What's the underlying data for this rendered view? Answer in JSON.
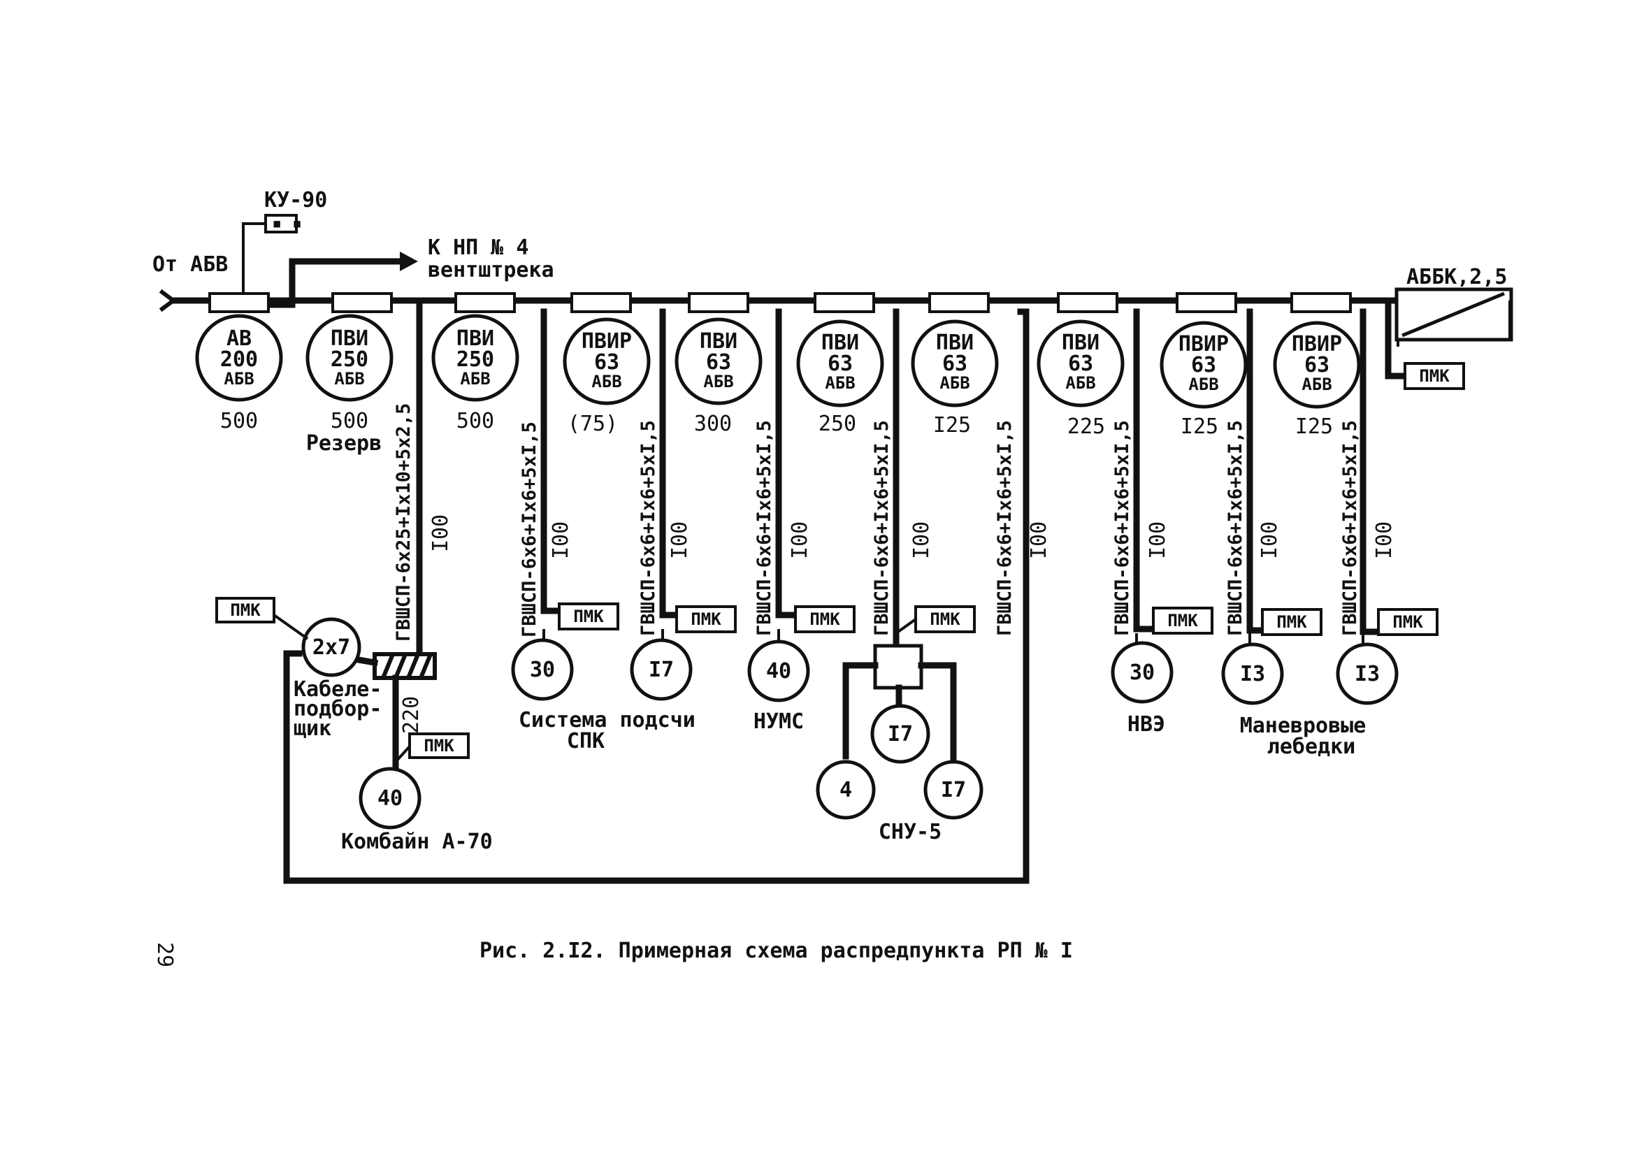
{
  "labels": {
    "source": "От АБВ",
    "ku90": "КУ-90",
    "arrow_line1": "К НП № 4",
    "arrow_line2": "вентштрека",
    "abbk": "АББК,2,5",
    "pmk_abbk": "ПМК"
  },
  "breakers": [
    {
      "type": "АВ",
      "rating": "200",
      "kind": "АБВ",
      "current": "500",
      "note": ""
    },
    {
      "type": "ПВИ",
      "rating": "250",
      "kind": "АБВ",
      "current": "500",
      "note": "Резерв"
    },
    {
      "type": "ПВИ",
      "rating": "250",
      "kind": "АБВ",
      "current": "500",
      "note": ""
    },
    {
      "type": "ПВИР",
      "rating": "63",
      "kind": "АБВ",
      "current": "(75)",
      "note": ""
    },
    {
      "type": "ПВИ",
      "rating": "63",
      "kind": "АБВ",
      "current": "300",
      "note": ""
    },
    {
      "type": "ПВИ",
      "rating": "63",
      "kind": "АБВ",
      "current": "250",
      "note": ""
    },
    {
      "type": "ПВИ",
      "rating": "63",
      "kind": "АБВ",
      "current": "I25",
      "note": ""
    },
    {
      "type": "ПВИ",
      "rating": "63",
      "kind": "АБВ",
      "current": "225",
      "note": ""
    },
    {
      "type": "ПВИР",
      "rating": "63",
      "kind": "АБВ",
      "current": "I25",
      "note": ""
    },
    {
      "type": "ПВИР",
      "rating": "63",
      "kind": "АБВ",
      "current": "I25",
      "note": ""
    }
  ],
  "cables": [
    {
      "spec": "ГВШСП-6х25+Iх10+5х2,5",
      "length": "I00"
    },
    {
      "spec": "ГВШСП-6х6+Iх6+5хI,5",
      "length": "I00"
    },
    {
      "spec": "ГВШСП-6х6+Iх6+5хI,5",
      "length": "I00"
    },
    {
      "spec": "ГВШСП-6х6+Iх6+5хI,5",
      "length": "I00"
    },
    {
      "spec": "ГВШСП-6х6+Iх6+5хI,5",
      "length": "I00"
    },
    {
      "spec": "ГВШСП-6х6+Iх6+5хI,5",
      "length": "I00"
    },
    {
      "spec": "ГВШСП-6х6+Iх6+5хI,5",
      "length": "I00"
    },
    {
      "spec": "ГВШСП-6х6+Iх6+5хI,5",
      "length": "I00"
    },
    {
      "spec": "ГВШСП-6х6+Iх6+5хI,5",
      "length": "I00"
    }
  ],
  "consumers": [
    {
      "power": "2х7",
      "pmk": "ПМК",
      "caption_lines": [
        "Кабеле-",
        "подбор-",
        "щик"
      ]
    },
    {
      "power": "40",
      "pmk": "ПМК",
      "caption_lines": [
        "Комбайн А-70"
      ]
    },
    {
      "power": "30",
      "pmk": "ПМК",
      "caption_lines": [
        "Система подсчи",
        "СПК"
      ]
    },
    {
      "power": "I7",
      "pmk": "ПМК",
      "caption_lines": []
    },
    {
      "power": "40",
      "pmk": "ПМК",
      "caption_lines": [
        "НУМС"
      ]
    },
    {
      "power": "30",
      "pmk": "ПМК",
      "caption_lines": [
        "НВЭ"
      ]
    },
    {
      "power": "I3",
      "pmk": "ПМК",
      "caption_lines": [
        "Маневровые",
        "лебедки"
      ]
    },
    {
      "power": "I3",
      "pmk": "ПМК",
      "caption_lines": []
    }
  ],
  "snu": {
    "pmk": "ПМК",
    "motors": [
      "I7",
      "4",
      "I7"
    ],
    "caption": "СНУ-5"
  },
  "cable_220": "220",
  "page_number": "29",
  "caption": "Рис. 2.I2. Примерная схема распредпункта РП № I"
}
